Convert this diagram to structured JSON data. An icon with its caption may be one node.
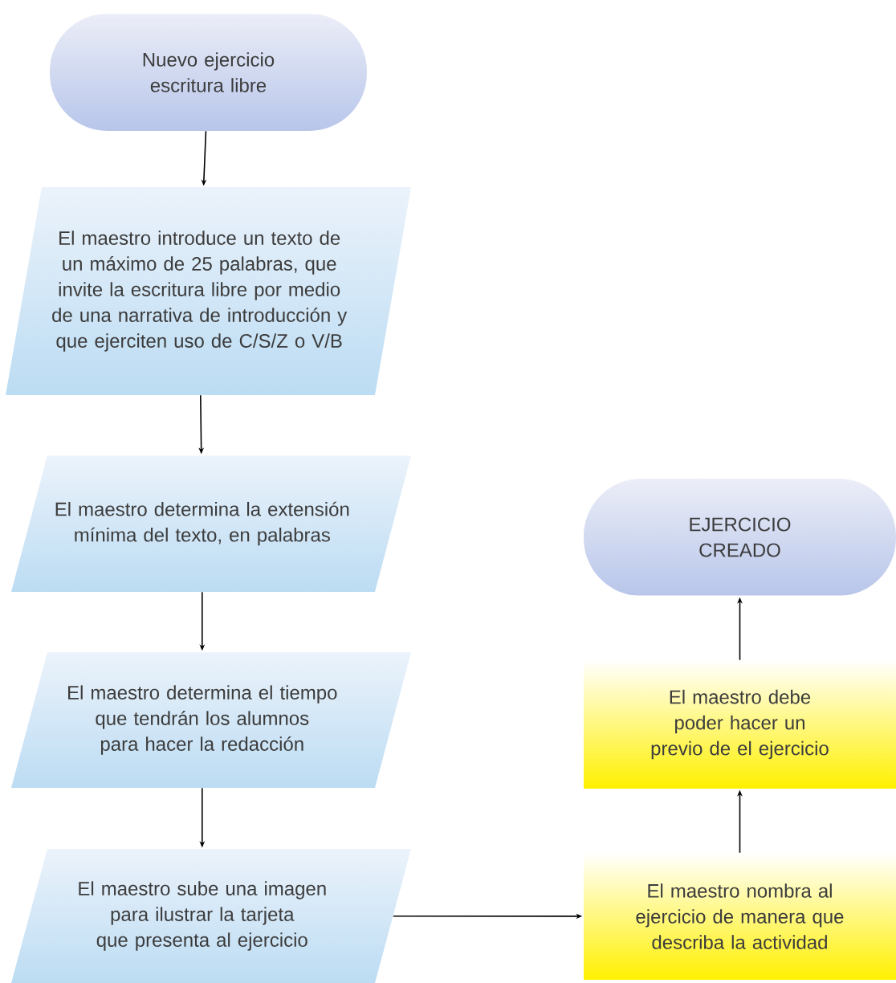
{
  "diagram": {
    "nodes": [
      {
        "text": [
          "Nuevo ejercicio escritura libre"
        ]
      },
      {
        "text": [
          "El maestro introduce un texto de un máximo de 25 palabras, que invite la escritura libre por medio de una narrativa de introducción y que ejerciten uso de C/S/Z o V/B"
        ]
      },
      {
        "text": [
          "El maestro determina la extensión mínima del texto, en palabras"
        ]
      },
      {
        "text": [
          "El maestro determina el tiempo que tendrán los alumnos para hacer la redacción"
        ]
      },
      {
        "text": [
          "El maestro sube una imagen para ilustrar la tarjeta que presenta al ejercicio"
        ]
      },
      {
        "text": [
          "El maestro nombra al ejercicio de manera que describa la actividad"
        ]
      },
      {
        "text": [
          "El maestro debe poder hacer un previo de el ejercicio"
        ]
      },
      {
        "text": [
          "EJERCICIO CREADO"
        ]
      }
    ],
    "edges": [
      {
        "from": 0,
        "to": 1,
        "arrow": "to"
      },
      {
        "from": 1,
        "to": 2,
        "arrow": "to"
      },
      {
        "from": 2,
        "to": 3,
        "arrow": "to"
      },
      {
        "from": 3,
        "to": 4,
        "arrow": "to"
      },
      {
        "from": 4,
        "to": 5,
        "arrow": "to"
      },
      {
        "from": 5,
        "to": 6,
        "arrow": "to"
      },
      {
        "from": 6,
        "to": 7,
        "arrow": "to"
      }
    ]
  }
}
